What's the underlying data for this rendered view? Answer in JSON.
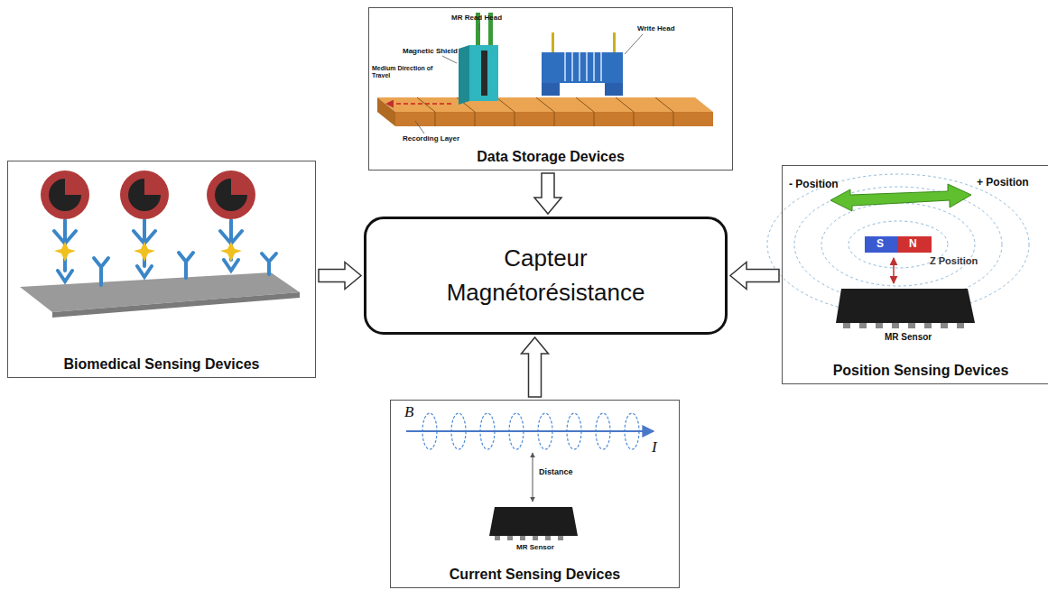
{
  "diagram": {
    "nodes": [
      {
        "text": [
          "Data Storage Devices"
        ]
      },
      {
        "text": [
          "Biomedical Sensing Devices"
        ]
      },
      {
        "text": [
          "Capteur Magnétorésistance"
        ]
      },
      {
        "text": [
          "Position Sensing Devices"
        ]
      },
      {
        "text": [
          "Current Sensing Devices"
        ]
      }
    ],
    "edges": [
      {
        "from": 0,
        "to": 2,
        "arrow": "to"
      },
      {
        "from": 1,
        "to": 2,
        "arrow": "to"
      },
      {
        "from": 3,
        "to": 2,
        "arrow": "to"
      },
      {
        "from": 4,
        "to": 2,
        "arrow": "to"
      }
    ],
    "labels": [
      "MR Read Head",
      "Magnetic Shield",
      "Write Head",
      "Medium Direction of Travel",
      "Recording Layer",
      "- Position",
      "+ Position",
      "S",
      "N",
      "Z Position",
      "MR Sensor",
      "B",
      "I",
      "Distance",
      "MR Sensor"
    ]
  }
}
